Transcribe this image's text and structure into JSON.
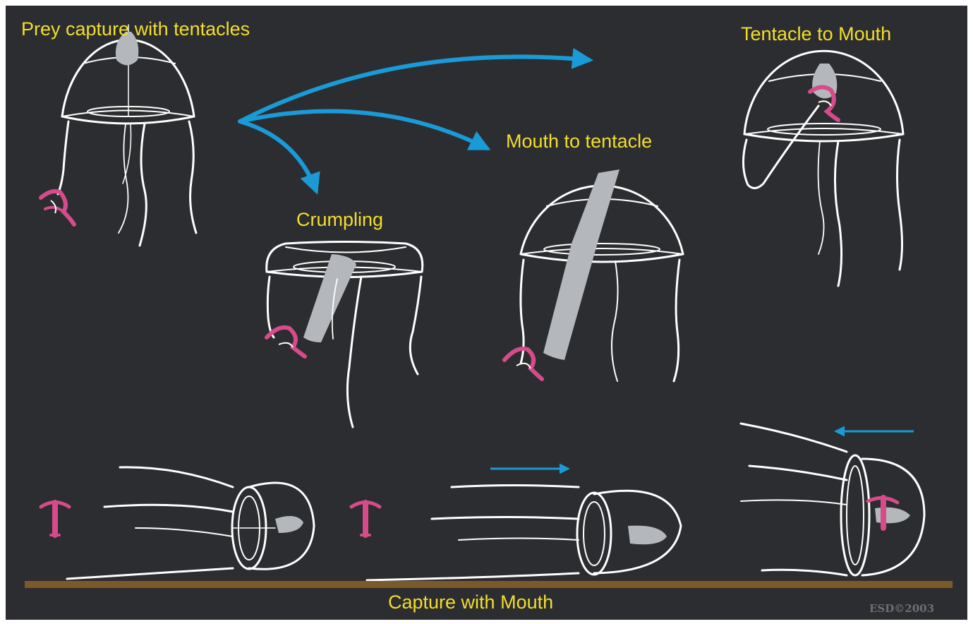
{
  "labels": {
    "prey_capture": "Prey capture with tentacles",
    "tentacle_to_mouth": "Tentacle to Mouth",
    "mouth_to_tentacle": "Mouth to tentacle",
    "crumpling": "Crumpling",
    "capture_with_mouth": "Capture with Mouth"
  },
  "credit": "ESD©2003",
  "colors": {
    "background": "#2b2d30",
    "label": "#f3de2c",
    "arrow": "#1a9ad6",
    "outline": "#ffffff",
    "manubrium": "#b4b8bd",
    "prey": "#d64b8a",
    "ground": "#7a5a2a"
  }
}
